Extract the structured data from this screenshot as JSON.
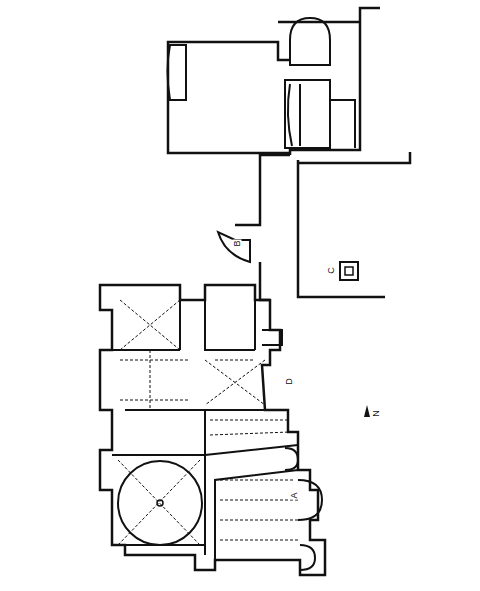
{
  "diagram": {
    "labels": [
      "B",
      "C",
      "D",
      "N",
      "A"
    ]
  }
}
